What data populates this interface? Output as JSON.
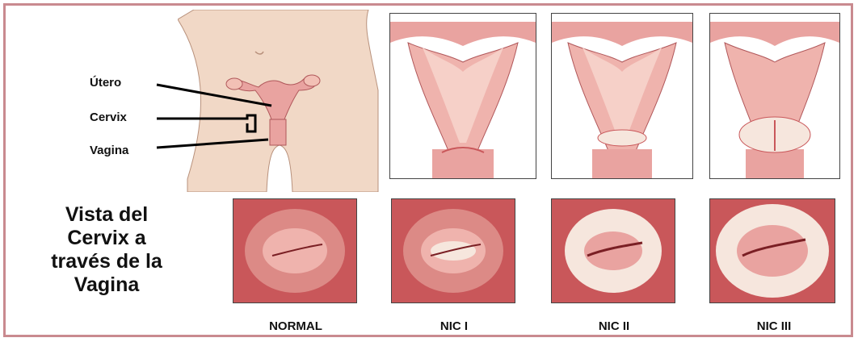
{
  "anatomy_labels": {
    "utero": "Útero",
    "cervix": "Cervix",
    "vagina": "Vagina"
  },
  "side_title": {
    "line1": "Vista del",
    "line2": "Cervix a",
    "line3": "través de la",
    "line4": "Vagina"
  },
  "stages": [
    {
      "caption": "NORMAL"
    },
    {
      "caption": "NIC I"
    },
    {
      "caption": "NIC II"
    },
    {
      "caption": "NIC III"
    }
  ],
  "colors": {
    "frame": "#c98a8f",
    "tissue": "#e9a3a0",
    "tissue_dark": "#c9575a",
    "skin": "#f1d8c6",
    "lesion": "#f6e6dd"
  }
}
